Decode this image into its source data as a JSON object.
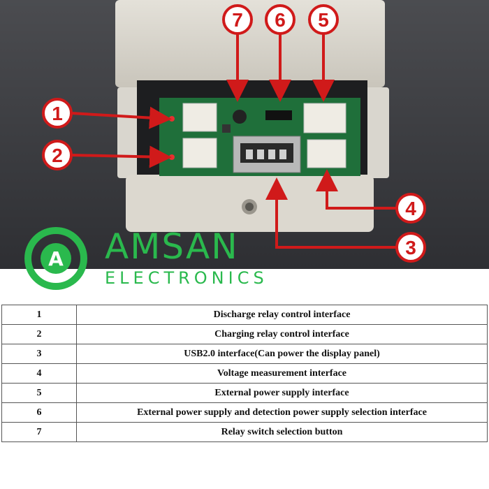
{
  "logo": {
    "letter": "A",
    "name": "AMSAN",
    "tagline": "ELECTRONICS"
  },
  "callouts": [
    "1",
    "2",
    "3",
    "4",
    "5",
    "6",
    "7"
  ],
  "colors": {
    "callout_red": "#d01a1a",
    "brand_green": "#2ab94d",
    "table_border": "#555555"
  },
  "table": {
    "rows": [
      {
        "number": "1",
        "description": "Discharge relay control interface"
      },
      {
        "number": "2",
        "description": "Charging relay control interface"
      },
      {
        "number": "3",
        "description": "USB2.0 interface(Can power the display panel)"
      },
      {
        "number": "4",
        "description": "Voltage measurement interface"
      },
      {
        "number": "5",
        "description": "External power supply interface"
      },
      {
        "number": "6",
        "description": "External power supply and detection power supply selection interface"
      },
      {
        "number": "7",
        "description": "Relay switch selection button"
      }
    ]
  }
}
